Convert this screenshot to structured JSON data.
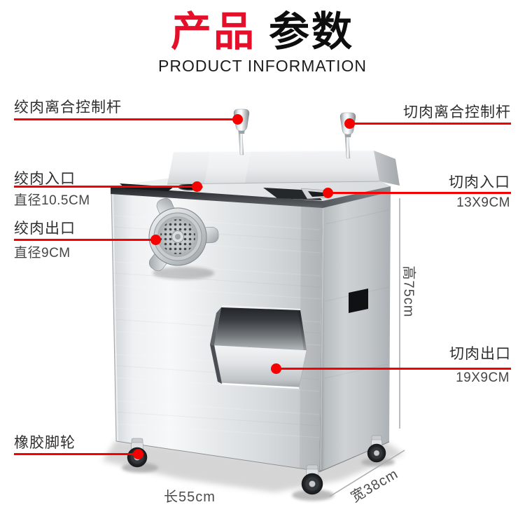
{
  "header": {
    "title_accent_text": "产品",
    "title_rest_text": "参数",
    "subtitle": "PRODUCT INFORMATION"
  },
  "colors": {
    "title_accent": "#e60f2a",
    "title_dark": "#0d0d0d",
    "callout_red": "#f70000",
    "label_text": "#2e2e2e",
    "dim_text": "#464646"
  },
  "callouts": {
    "grind_lever": {
      "label": "绞肉离合控制杆"
    },
    "grind_inlet": {
      "label": "绞肉入口",
      "dimension": "直径10.5CM"
    },
    "grind_outlet": {
      "label": "绞肉出口",
      "dimension": "直径9CM"
    },
    "rubber_casters": {
      "label": "橡胶脚轮"
    },
    "cut_lever": {
      "label": "切肉离合控制杆"
    },
    "cut_inlet": {
      "label": "切肉入口",
      "dimension": "13X9CM"
    },
    "cut_outlet": {
      "label": "切肉出口",
      "dimension": "19X9CM"
    }
  },
  "dimensions": {
    "height": "高75cm",
    "length": "长55cm",
    "width": "宽38cm"
  }
}
